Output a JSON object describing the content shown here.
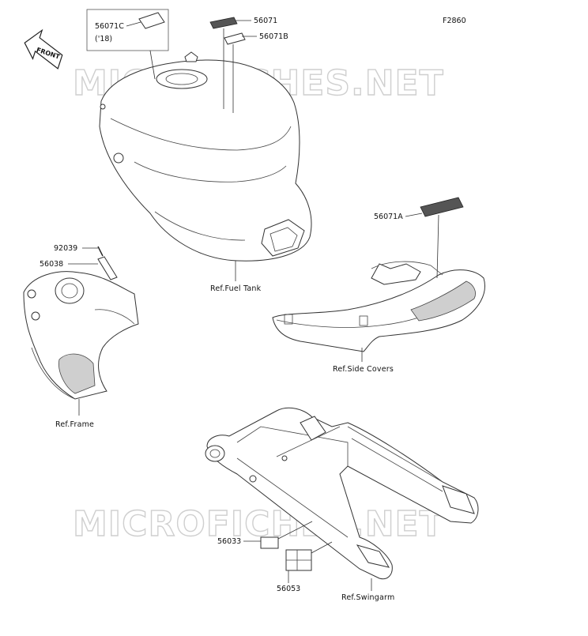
{
  "figure_code": "F2860",
  "front_label": "FRONT",
  "watermark": "MICROFICHES.NET",
  "parts": {
    "p56071C": "56071C",
    "p56071C_note": "('18)",
    "p56071": "56071",
    "p56071B": "56071B",
    "p56071A": "56071A",
    "p92039": "92039",
    "p56038": "56038",
    "p56033": "56033",
    "p56053": "56053"
  },
  "refs": {
    "fuel_tank": "Ref.Fuel Tank",
    "side_covers": "Ref.Side Covers",
    "frame": "Ref.Frame",
    "swingarm": "Ref.Swingarm"
  }
}
